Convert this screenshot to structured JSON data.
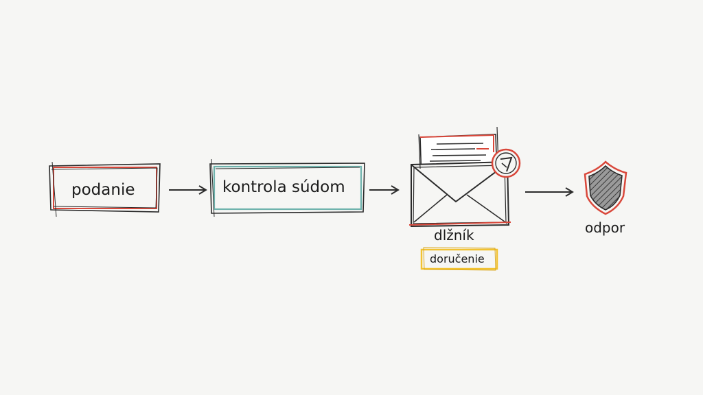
{
  "diagram": {
    "steps": {
      "podanie": "podanie",
      "kontrola": "kontrola súdom",
      "debtor": "dlžník",
      "delivery": "doručenie",
      "objection": "odpor"
    },
    "colors": {
      "ink": "#2b2b2b",
      "red_accent": "#d9473a",
      "teal_accent": "#6fb3ad",
      "yellow_accent": "#f2c230",
      "shield_fill": "#8c8c8c"
    },
    "icons": {
      "envelope": "envelope-icon",
      "letter": "letter-icon",
      "badge": "notification-badge-icon",
      "shield": "shield-icon"
    }
  }
}
